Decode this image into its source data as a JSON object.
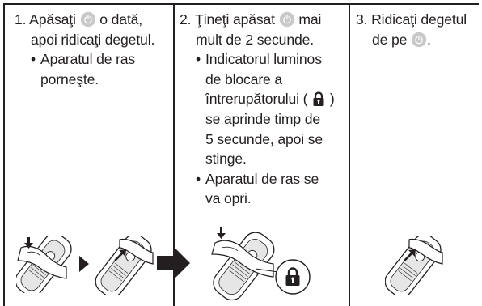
{
  "steps": [
    {
      "number": "1.",
      "line1_pre": "Apăsaţi",
      "line1_post": "o dată,",
      "line2": "apoi ridicaţi degetul.",
      "bullet_marker": "•",
      "bullet_lines": [
        "Aparatul de ras",
        "porneşte."
      ]
    },
    {
      "number": "2.",
      "line1_pre": "Ţineţi apăsat",
      "line1_post": "mai",
      "line2": "mult de 2 secunde.",
      "bullet_marker": "•",
      "bullet1_lines": [
        "Indicatorul luminos",
        "de blocare a"
      ],
      "bullet1_line3_pre": "întrerupătorului (",
      "bullet1_line3_post": ")",
      "bullet1_more_lines": [
        "se aprinde timp de",
        "5 secunde, apoi se",
        "stinge."
      ],
      "bullet2_lines": [
        "Aparatul de ras se",
        "va opri."
      ]
    },
    {
      "number": "3.",
      "line1": "Ridicaţi degetul",
      "line2_pre": "de pe",
      "line2_post": "."
    }
  ],
  "icons": {
    "power_button": "power-button-icon",
    "lock": "lock-icon",
    "next_arrow": "right-arrow-icon",
    "step_arrow": "thick-right-arrow-icon"
  },
  "colors": {
    "text": "#231f20",
    "icon_fill": "#c9c9c9",
    "line": "#231f20"
  }
}
